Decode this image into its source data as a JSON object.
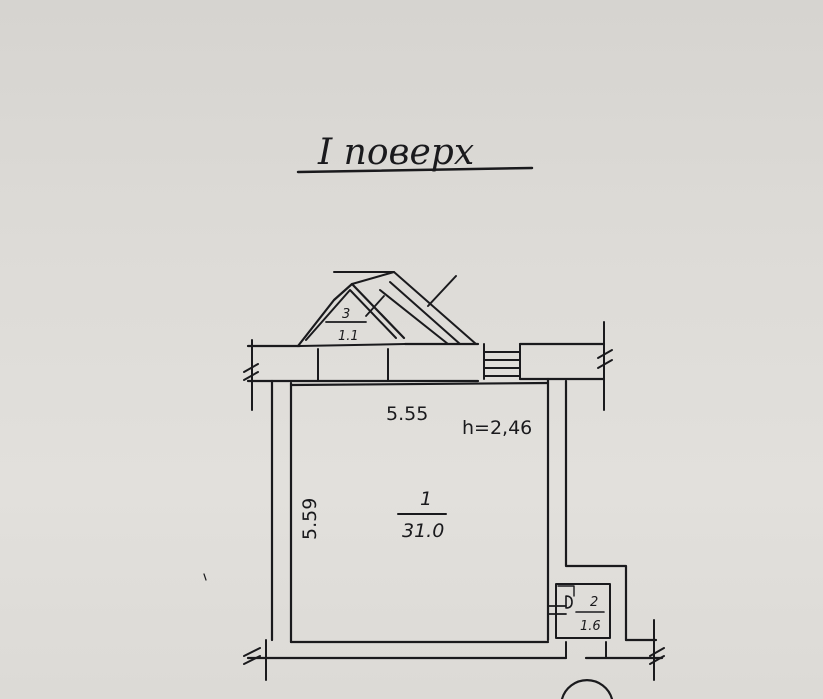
{
  "title": "I поверх",
  "rooms": [
    {
      "number": "1",
      "area": "31.0"
    },
    {
      "number": "2",
      "area": "1.6"
    },
    {
      "number": "3",
      "area": "1.1"
    }
  ],
  "dimensions": {
    "width": "5.55",
    "length": "5.59",
    "height": "h=2,46"
  }
}
